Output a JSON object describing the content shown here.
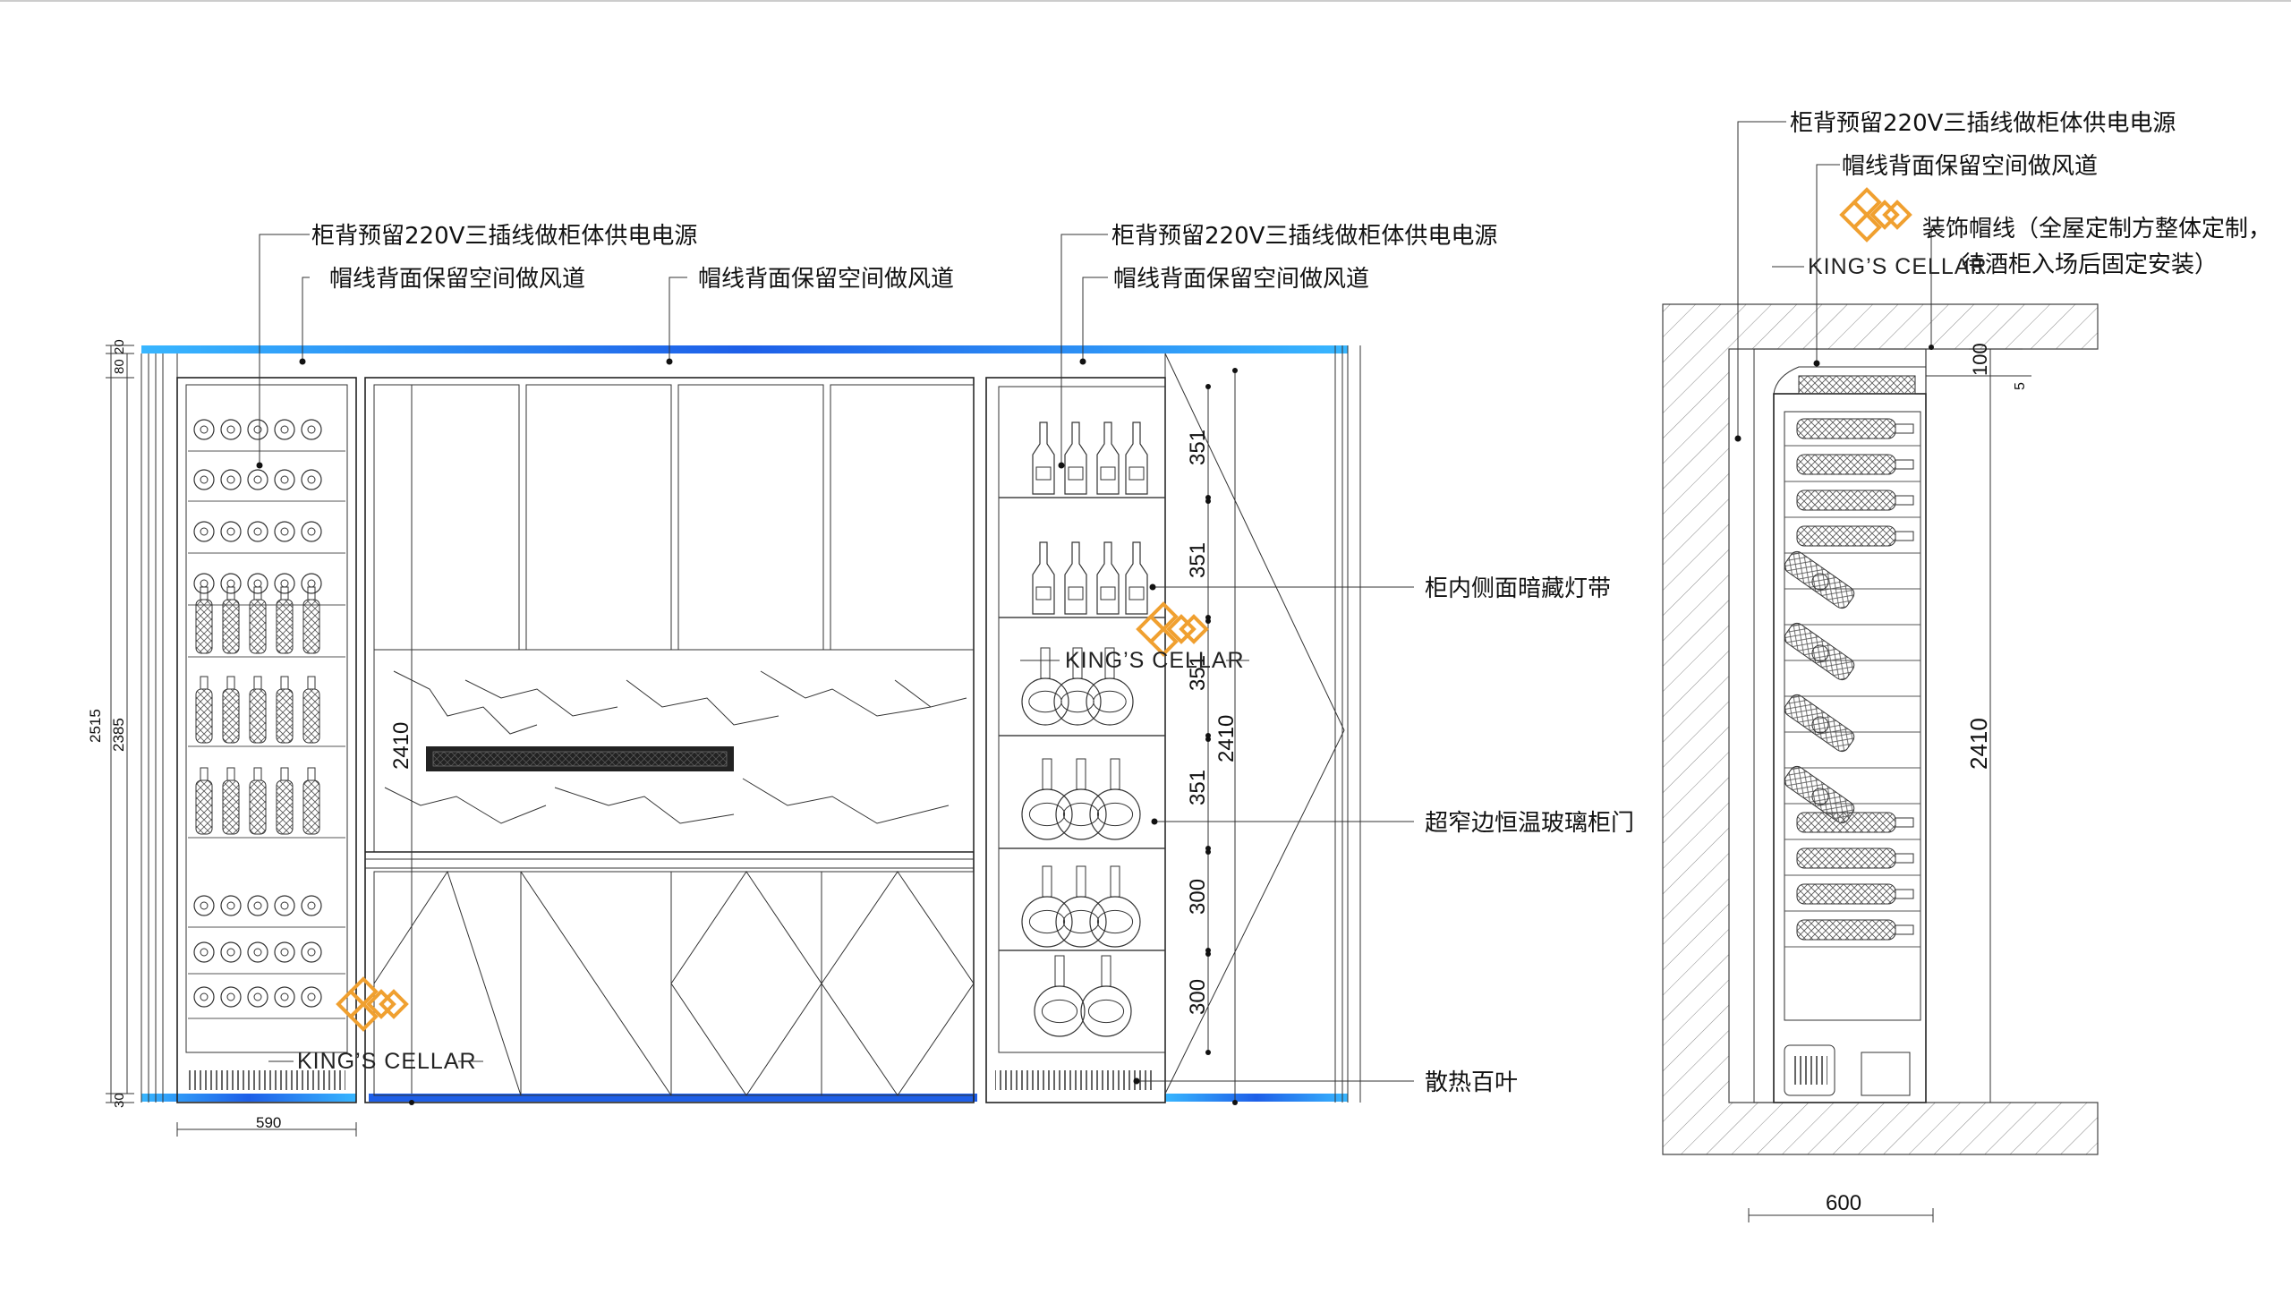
{
  "annotations": {
    "power_220v": "柜背预留220V三插线做柜体供电电源",
    "ventilation": "帽线背面保留空间做风道",
    "hidden_led": "柜内侧面暗藏灯带",
    "glass_door": "超窄边恒温玻璃柜门",
    "louver": "散热百叶",
    "deco_cap_line_1": "装饰帽线（全屋定制方整体定制，",
    "deco_cap_line_2": "待酒柜入场后固定安装）"
  },
  "brand": {
    "name": "KING’S CELLAR",
    "logo_color": "#F0A030"
  },
  "dimensions": {
    "top_80": "80",
    "top_20": "20",
    "total_2515": "2515",
    "body_2385": "2385",
    "bottom_30": "30",
    "width_590": "590",
    "height_2410": "2410",
    "shelf_351": "351",
    "shelf_300": "300",
    "side_100": "100",
    "side_5": "5",
    "side_600": "600"
  },
  "colors": {
    "accent_blue": "#1E5FE8",
    "accent_cyan": "#38B6FF",
    "logo_orange": "#F0A030",
    "line": "#222222"
  }
}
